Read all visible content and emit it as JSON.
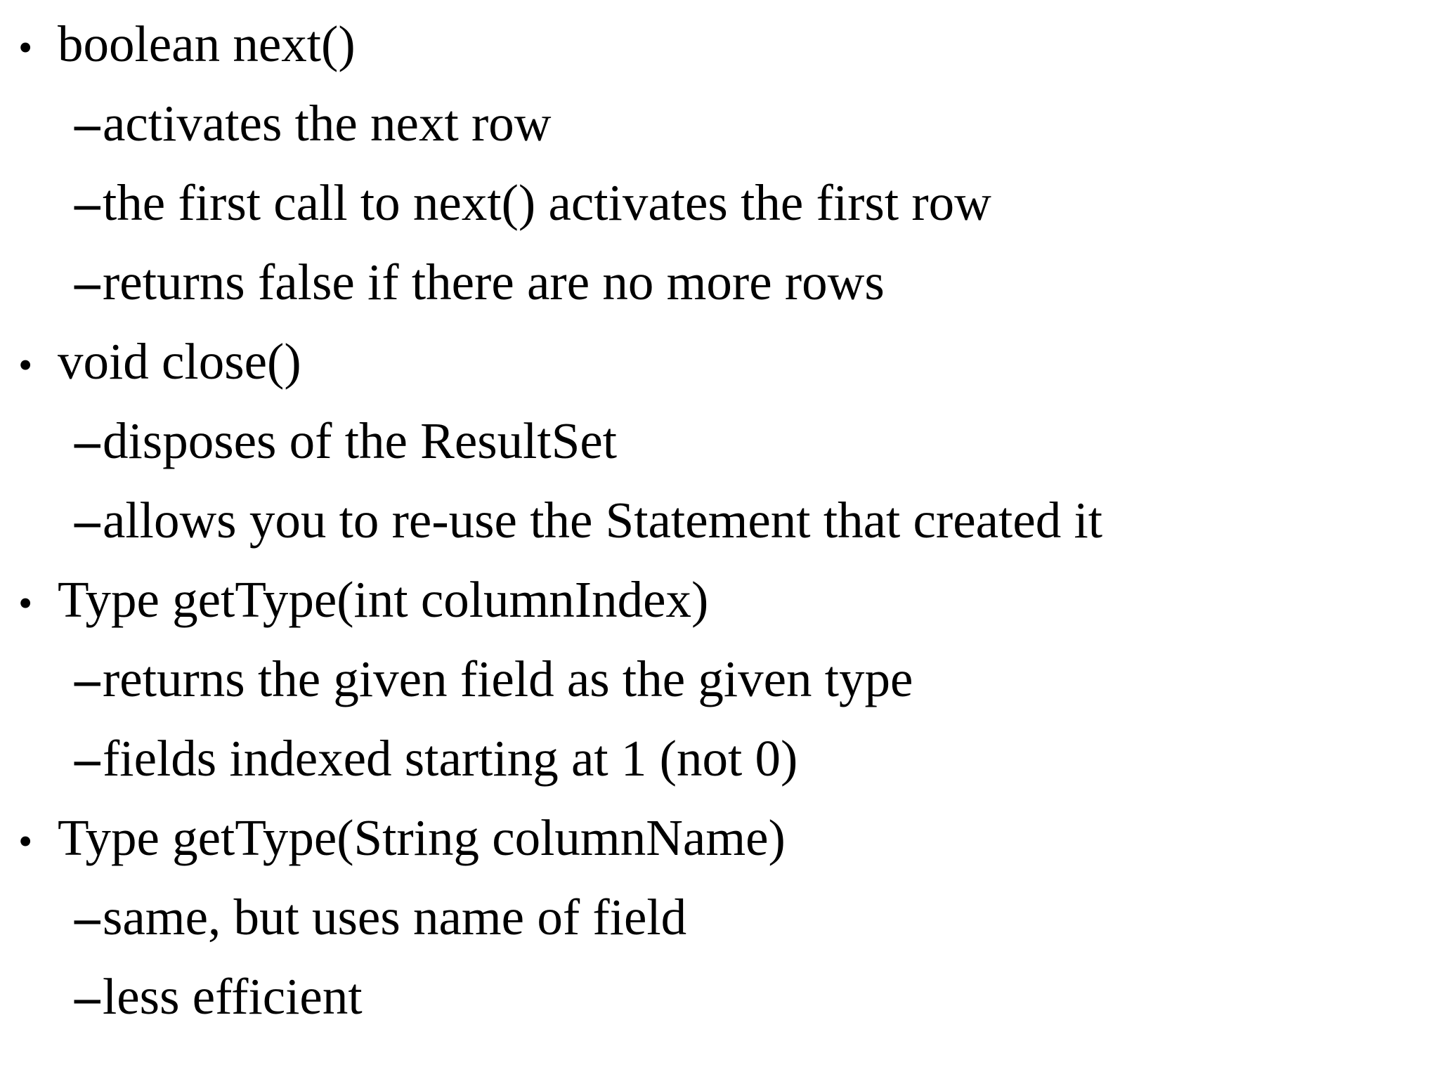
{
  "slide": {
    "background_color": "#ffffff",
    "text_color": "#000000",
    "items": [
      {
        "level": 1,
        "marker": "•",
        "text": "boolean next()"
      },
      {
        "level": 2,
        "marker": "–",
        "text": "activates the next row"
      },
      {
        "level": 2,
        "marker": "–",
        "text": "the first call to next() activates the first row"
      },
      {
        "level": 2,
        "marker": "–",
        "text": "returns false if there are no more rows"
      },
      {
        "level": 1,
        "marker": "•",
        "text": "void close()"
      },
      {
        "level": 2,
        "marker": "–",
        "text": "disposes of the ResultSet"
      },
      {
        "level": 2,
        "marker": "–",
        "text": "allows you to re-use the Statement that created it"
      },
      {
        "level": 1,
        "marker": "•",
        "text": "Type getType(int columnIndex)"
      },
      {
        "level": 2,
        "marker": "–",
        "text": "returns the given field as the given type"
      },
      {
        "level": 2,
        "marker": "–",
        "text": "fields indexed starting at 1 (not 0)"
      },
      {
        "level": 1,
        "marker": "•",
        "text": "Type getType(String columnName)"
      },
      {
        "level": 2,
        "marker": "–",
        "text": "same, but uses name of field"
      },
      {
        "level": 2,
        "marker": "–",
        "text": "less efficient"
      }
    ]
  }
}
